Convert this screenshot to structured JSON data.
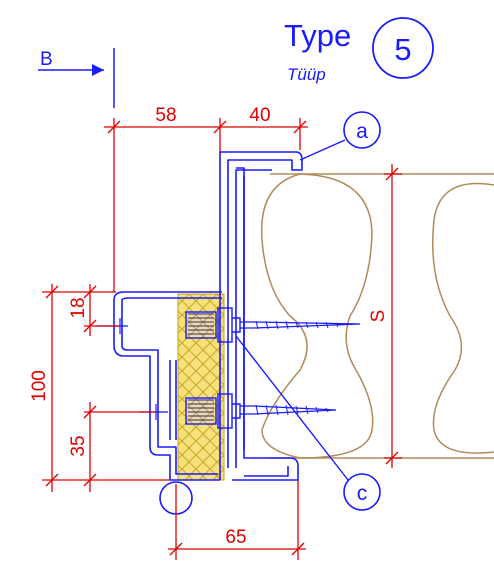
{
  "header": {
    "type_label": "Type",
    "type_number": "5",
    "type_sub": "Tüüp"
  },
  "section_marker": "B",
  "dimensions": {
    "top_left": "58",
    "top_right": "40",
    "left_total": "100",
    "left_upper": "18",
    "left_lower": "35",
    "bottom": "65",
    "profile_height": "S"
  },
  "callouts": {
    "a": "a",
    "c": "c"
  },
  "colors": {
    "profile": "#1a1aff",
    "dimension": "#e00000",
    "log": "#b08a5a",
    "insulation_fill": "#f5e27a",
    "insulation_hatch": "#c8a020"
  }
}
